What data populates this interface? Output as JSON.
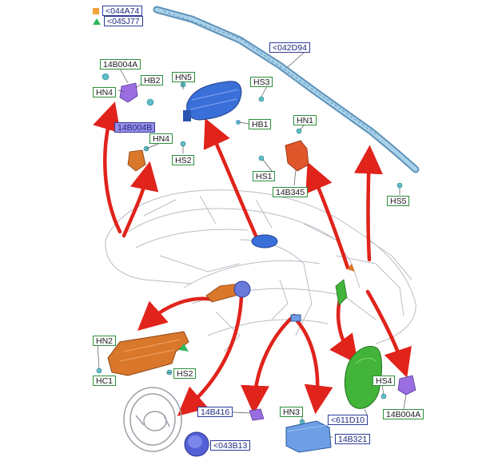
{
  "legend": [
    {
      "marker": "orange-square",
      "color": "#f2a33a",
      "code": "<044A74"
    },
    {
      "marker": "green-triangle",
      "color": "#2fb85c",
      "code": "<045J77"
    }
  ],
  "callouts": {
    "curtain_airbag": "<042D94",
    "passenger_airbag": "HB1",
    "hn5": "HN5",
    "hs2_top": "HS2",
    "hs3": "HS3",
    "hn1": "HN1",
    "hs1": "HS1",
    "side_sensor": "14B345",
    "hs5": "HS5",
    "b004a_top": "14B004A",
    "hb2": "HB2",
    "hn4_top": "HN4",
    "b004b": "14B004B",
    "hn4_mid": "HN4",
    "hn2": "HN2",
    "hc1": "HC1",
    "hs2_knee": "HS2",
    "clockspring": "14B416",
    "driver_airbag": "<043B13",
    "hn3": "HN3",
    "control_module": "14B321",
    "seat_airbag": "<611D10",
    "hs4": "HS4",
    "b004a_bottom": "14B004A"
  },
  "colors": {
    "green_frame": "#2c8f3a",
    "blue_frame": "#2d3c9a",
    "highlight": "#9b8ee6",
    "arrow_red": "#e0231b",
    "airbag_blue": "#3b6fd8",
    "part_orange": "#d9772a",
    "part_green": "#43b43a",
    "part_purple": "#9a6ee0",
    "curtain_teal": "#7fb6d6"
  }
}
